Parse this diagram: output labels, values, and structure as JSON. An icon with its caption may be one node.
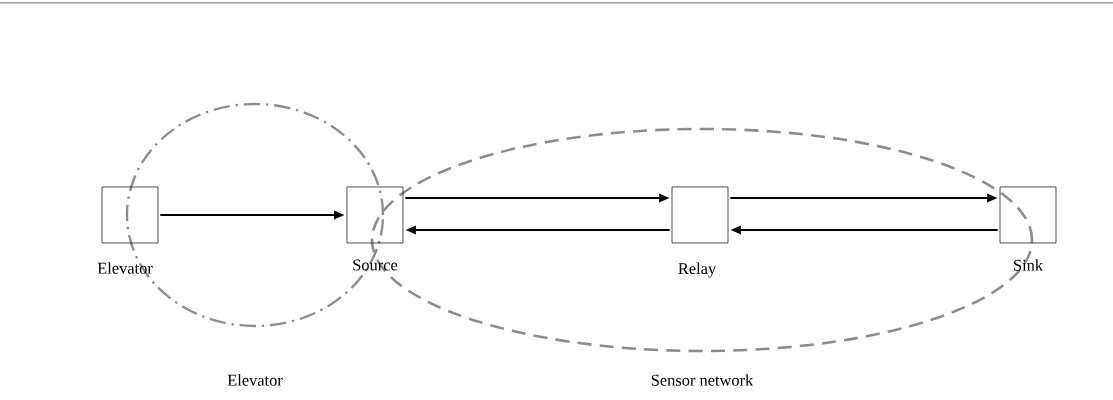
{
  "diagram": {
    "nodes": [
      {
        "text": [
          "Elevator"
        ]
      },
      {
        "text": [
          "Source"
        ]
      },
      {
        "text": [
          "Relay"
        ]
      },
      {
        "text": [
          "Sink"
        ]
      }
    ],
    "labels": [
      "Elevator",
      "Sensor network"
    ],
    "edges": [
      {
        "from": 0,
        "to": 1,
        "arrow": "to"
      },
      {
        "from": 1,
        "to": 2,
        "arrow": "to"
      },
      {
        "from": 2,
        "to": 1,
        "arrow": "to"
      },
      {
        "from": 2,
        "to": 3,
        "arrow": "to"
      },
      {
        "from": 3,
        "to": 2,
        "arrow": "to"
      }
    ]
  }
}
